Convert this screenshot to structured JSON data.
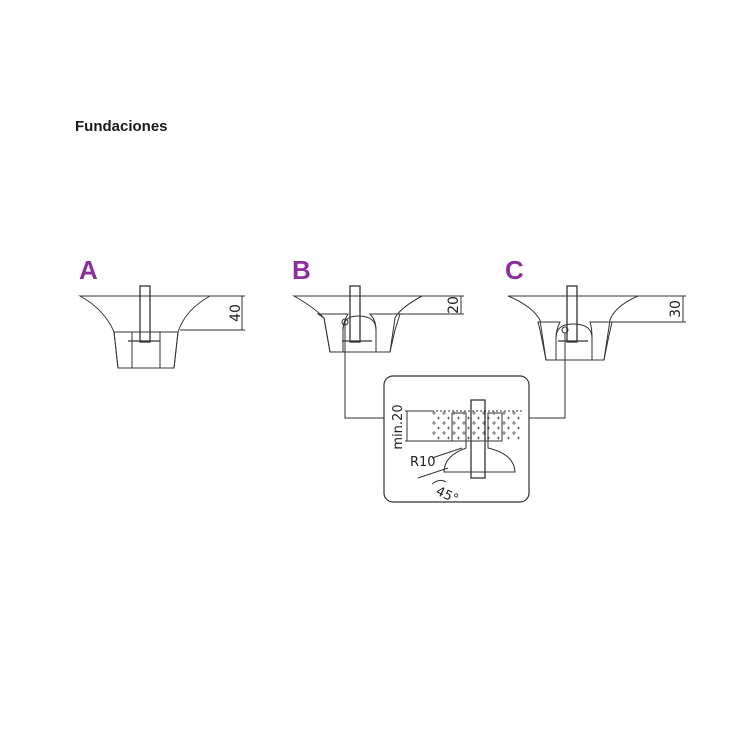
{
  "title": "Fundaciones",
  "colors": {
    "accent": "#8a2f9c",
    "line": "#333333"
  },
  "variants": [
    {
      "letter": "A",
      "dimension": "40"
    },
    {
      "letter": "B",
      "dimension": "20"
    },
    {
      "letter": "C",
      "dimension": "30"
    }
  ],
  "detail": {
    "depth_label": "min.20",
    "radius_label": "R10",
    "angle_label": "45°"
  }
}
